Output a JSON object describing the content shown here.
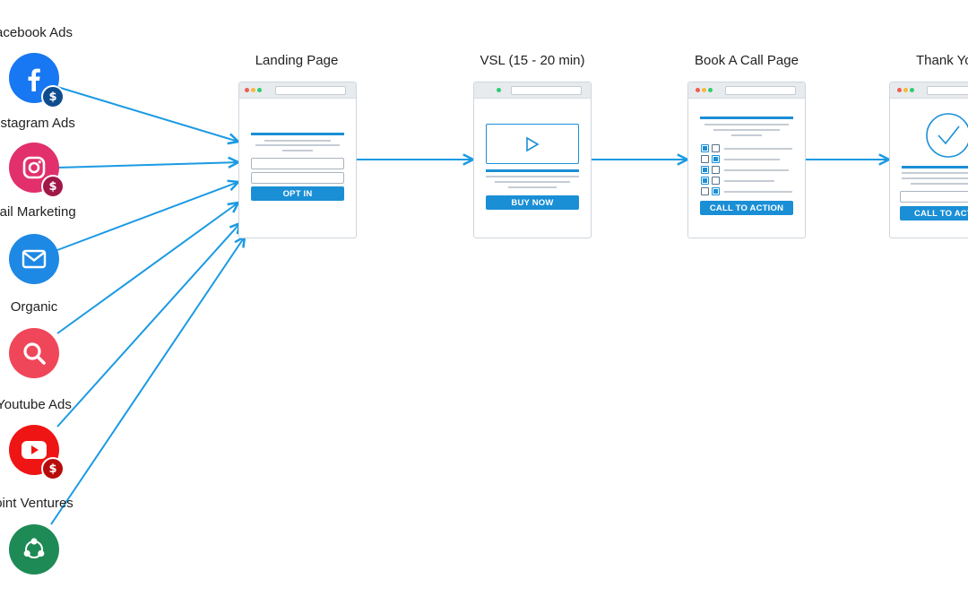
{
  "sources": [
    {
      "label": "acebook Ads",
      "icon": "facebook-icon",
      "color": "#1877F2",
      "paid": true
    },
    {
      "label": "nstagram Ads",
      "icon": "instagram-icon",
      "color": "#E1306C",
      "paid": true
    },
    {
      "label": "nail Marketing",
      "icon": "mail-icon",
      "color": "#1E88E5",
      "paid": false
    },
    {
      "label": "Organic",
      "icon": "search-icon",
      "color": "#F0465A",
      "paid": false
    },
    {
      "label": "Youtube Ads",
      "icon": "youtube-icon",
      "color": "#F01515",
      "paid": true
    },
    {
      "label": "oint Ventures",
      "icon": "share-icon",
      "color": "#1E8A55",
      "paid": false
    }
  ],
  "badge_symbol": "$",
  "pages": [
    {
      "title": "Landing Page",
      "button": "OPT IN"
    },
    {
      "title": "VSL (15 - 20 min)",
      "button": "BUY NOW"
    },
    {
      "title": "Book A Call Page",
      "button": "CALL TO ACTION"
    },
    {
      "title": "Thank Yo",
      "button": "CALL TO ACTI"
    }
  ],
  "colors": {
    "accent": "#1a8fd6",
    "arrow": "#1b9ae3"
  }
}
